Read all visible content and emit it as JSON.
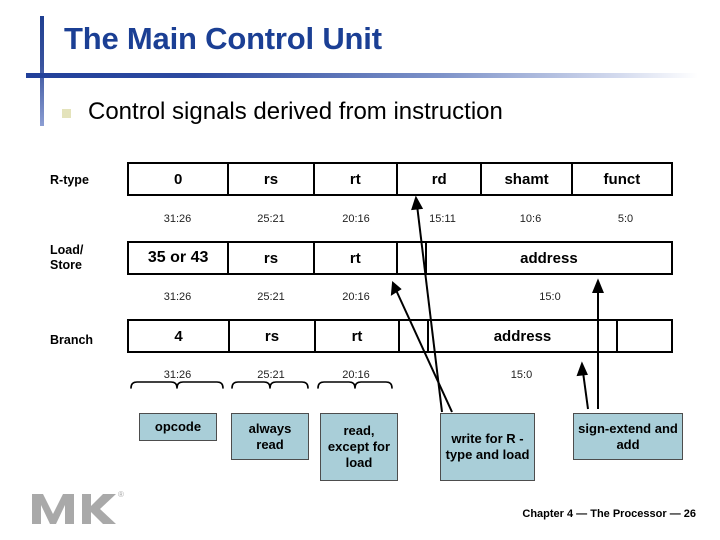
{
  "slide": {
    "title": "The Main Control Unit",
    "bullet": "Control signals derived from instruction",
    "accent_color": "#1b3f94",
    "callout_fill": "#a9ced8",
    "bullet_marker_color": "#e4e3bb"
  },
  "formats": [
    {
      "label": "R-type",
      "fields": [
        {
          "name": "0",
          "bits": "31:26"
        },
        {
          "name": "rs",
          "bits": "25:21"
        },
        {
          "name": "rt",
          "bits": "20:16"
        },
        {
          "name": "rd",
          "bits": "15:11"
        },
        {
          "name": "shamt",
          "bits": "10:6"
        },
        {
          "name": "funct",
          "bits": "5:0"
        }
      ]
    },
    {
      "label": "Load/ Store",
      "label_line1": "Load/",
      "label_line2": "Store",
      "fields": [
        {
          "name": "35 or 43",
          "bits": "31:26"
        },
        {
          "name": "rs",
          "bits": "25:21"
        },
        {
          "name": "rt",
          "bits": "20:16"
        },
        {
          "name": "",
          "bits": ""
        },
        {
          "name": "address",
          "bits": "15:0"
        }
      ]
    },
    {
      "label": "Branch",
      "fields": [
        {
          "name": "4",
          "bits": "31:26"
        },
        {
          "name": "rs",
          "bits": "25:21"
        },
        {
          "name": "rt",
          "bits": "20:16"
        },
        {
          "name": "",
          "bits": ""
        },
        {
          "name": "address",
          "bits": "15:0"
        },
        {
          "name": "",
          "bits": ""
        }
      ]
    }
  ],
  "callouts": [
    {
      "id": "opcode",
      "text": "opcode"
    },
    {
      "id": "always-read",
      "text": "always read"
    },
    {
      "id": "read-except",
      "text": "read, except for load"
    },
    {
      "id": "write-for-r",
      "text": "write for R -type and load"
    },
    {
      "id": "sign-extend",
      "text": "sign-extend and add"
    }
  ],
  "footer": {
    "note": "Chapter 4 — The Processor — 26",
    "logo_mark": "MK",
    "registered": "®"
  }
}
